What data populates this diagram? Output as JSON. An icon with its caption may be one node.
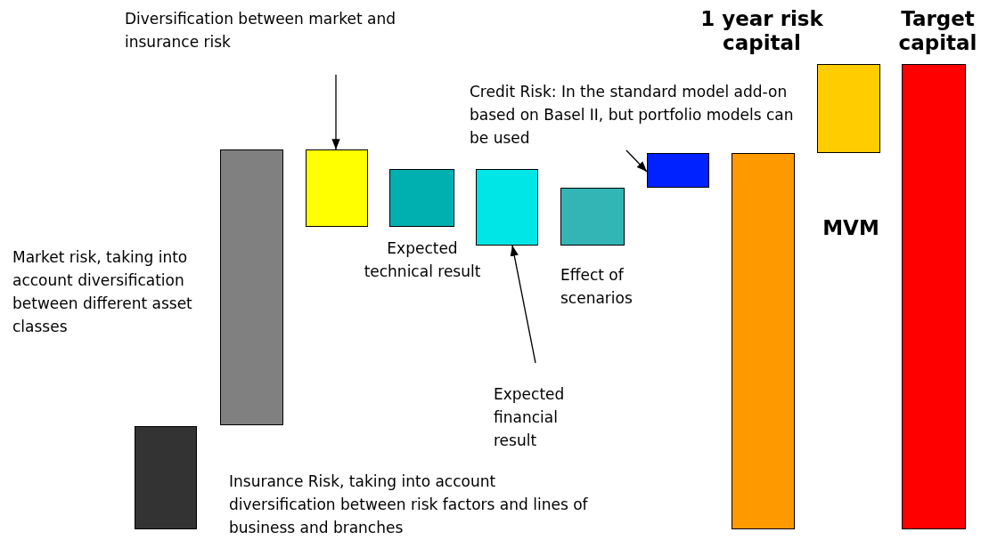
{
  "diagram": {
    "nodes": [
      {
        "text": [],
        "shape": "bar",
        "beside": [
          "Insurance Risk, taking into account diversification between risk factors and lines of business and branches"
        ]
      },
      {
        "text": [],
        "shape": "bar",
        "beside": [
          "Market risk, taking into account diversification between different asset classes"
        ]
      },
      {
        "text": [],
        "shape": "bar"
      },
      {
        "text": [],
        "shape": "bar"
      },
      {
        "text": [],
        "shape": "bar"
      },
      {
        "text": [],
        "shape": "bar",
        "beside": [
          "Effect of scenarios"
        ]
      },
      {
        "text": [],
        "shape": "bar"
      },
      {
        "text": [],
        "shape": "bar"
      },
      {
        "text": [],
        "shape": "bar"
      },
      {
        "text": [],
        "shape": "bar",
        "beside": [
          "Target capital"
        ]
      },
      {
        "text": [
          "Diversification between market and insurance risk"
        ]
      },
      {
        "text": [
          "Expected financial result"
        ]
      },
      {
        "text": [
          "Credit Risk:  In the standard model add-on based on Basel II, but portfolio models can be used"
        ]
      }
    ],
    "edges": [
      {
        "from": 10,
        "to": 2,
        "arrow": "to"
      },
      {
        "from": 11,
        "to": 4,
        "arrow": "to"
      },
      {
        "from": 12,
        "to": 6,
        "arrow": "to"
      }
    ],
    "labels": [
      "1 year risk capital",
      "Expected technical result",
      "MVM"
    ]
  }
}
